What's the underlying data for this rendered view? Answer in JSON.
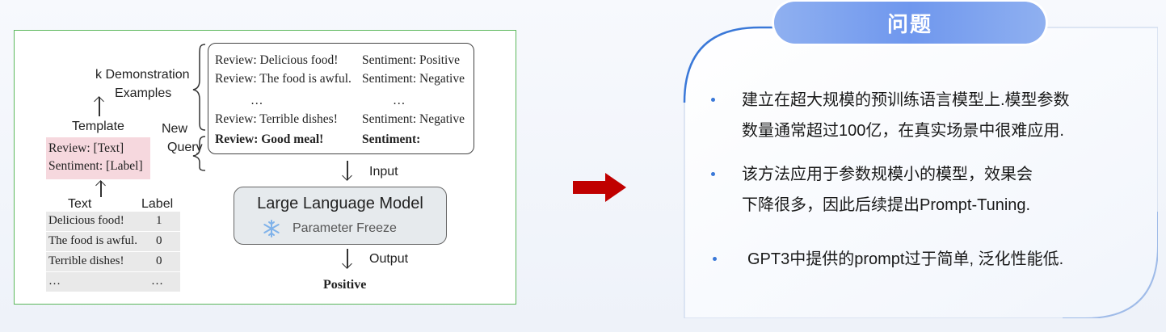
{
  "diagram": {
    "k_demo_line1": "k Demonstration",
    "k_demo_line2": "Examples",
    "template_label": "Template",
    "template_line1": "Review: [Text]",
    "template_line2": "Sentiment: [Label]",
    "new_label": "New",
    "query_label": "Query",
    "text_header": "Text",
    "label_header": "Label",
    "examples": [
      {
        "text": "Delicious food!",
        "label": "1"
      },
      {
        "text": "The food is awful.",
        "label": "0"
      },
      {
        "text": "Terrible dishes!",
        "label": "0"
      },
      {
        "text": "…",
        "label": "…"
      }
    ],
    "demos": [
      {
        "review": "Review: Delicious food!",
        "sentiment": "Sentiment: Positive"
      },
      {
        "review": "Review: The food is awful.",
        "sentiment": "Sentiment: Negative"
      },
      {
        "review": "…",
        "sentiment": "…"
      },
      {
        "review": "Review: Terrible dishes!",
        "sentiment": "Sentiment: Negative"
      }
    ],
    "query_review": "Review: Good meal!",
    "query_sentiment": "Sentiment:",
    "input_label": "Input",
    "llm_title": "Large Language Model",
    "llm_subtitle": "Parameter Freeze",
    "output_label": "Output",
    "output_value": "Positive"
  },
  "panel": {
    "title": "问题",
    "bullets": [
      {
        "line1": "建立在超大规模的预训练语言模型上.模型参数",
        "line2": "数量通常超过100亿，在真实场景中很难应用."
      },
      {
        "line1": "该方法应用于参数规模小的模型，效果会",
        "line2": "下降很多，因此后续提出Prompt-Tuning."
      },
      {
        "line1": "GPT3中提供的prompt过于简单, 泛化性能低.",
        "line2": ""
      }
    ]
  },
  "colors": {
    "frame_border": "#5cb85c",
    "template_fill": "#f6d8de",
    "arrow_red": "#c00000",
    "title_pill": "#6f97ee",
    "bullet": "#3a78d8"
  },
  "icons": [
    "snowflake-icon",
    "right-arrow-icon",
    "up-arrow-icon",
    "down-arrow-icon",
    "bullet-dot-icon"
  ]
}
